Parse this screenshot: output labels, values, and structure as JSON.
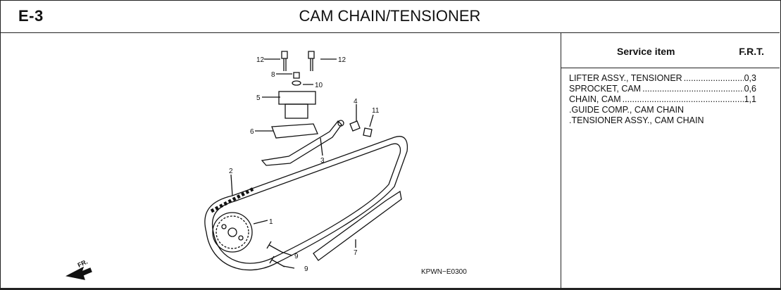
{
  "header": {
    "code": "E-3",
    "title": "CAM CHAIN/TENSIONER"
  },
  "service": {
    "col_item": "Service item",
    "col_frt": "F.R.T.",
    "items": [
      {
        "name": "LIFTER ASSY., TENSIONER",
        "frt": "0,3"
      },
      {
        "name": "SPROCKET, CAM",
        "frt": "0,6"
      },
      {
        "name": "CHAIN, CAM",
        "frt": "1,1"
      },
      {
        "name": ".GUIDE COMP., CAM CHAIN",
        "frt": ""
      },
      {
        "name": ".TENSIONER ASSY., CAM CHAIN",
        "frt": ""
      }
    ]
  },
  "diagram": {
    "callouts": [
      "12",
      "12",
      "8",
      "10",
      "5",
      "6",
      "4",
      "11",
      "3",
      "2",
      "1",
      "9",
      "9",
      "7"
    ],
    "direction_label": "FR.",
    "drawing_code": "KPWN−E0300"
  }
}
